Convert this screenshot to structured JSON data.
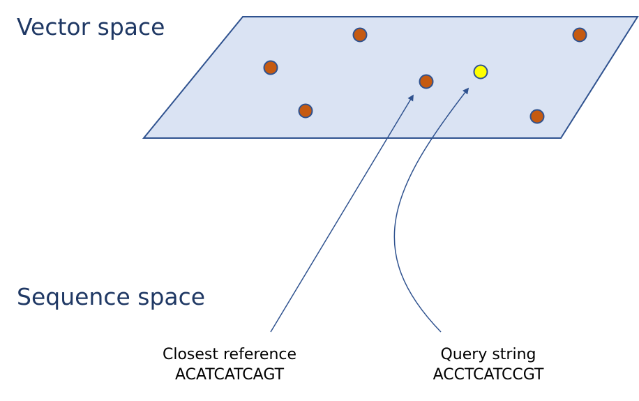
{
  "headings": {
    "vector_space": "Vector space",
    "sequence_space": "Sequence space"
  },
  "closest_reference": {
    "label": "Closest reference",
    "sequence": "ACATCATCAGT"
  },
  "query": {
    "label": "Query string",
    "sequence": "ACCTCATCCGT"
  },
  "colors": {
    "heading_text": "#1f3864",
    "plane_fill": "#dae3f3",
    "plane_stroke": "#2f528f",
    "reference_point": "#c55a11",
    "query_point": "#ffff00",
    "point_stroke": "#2f528f",
    "arrow": "#2f528f"
  }
}
